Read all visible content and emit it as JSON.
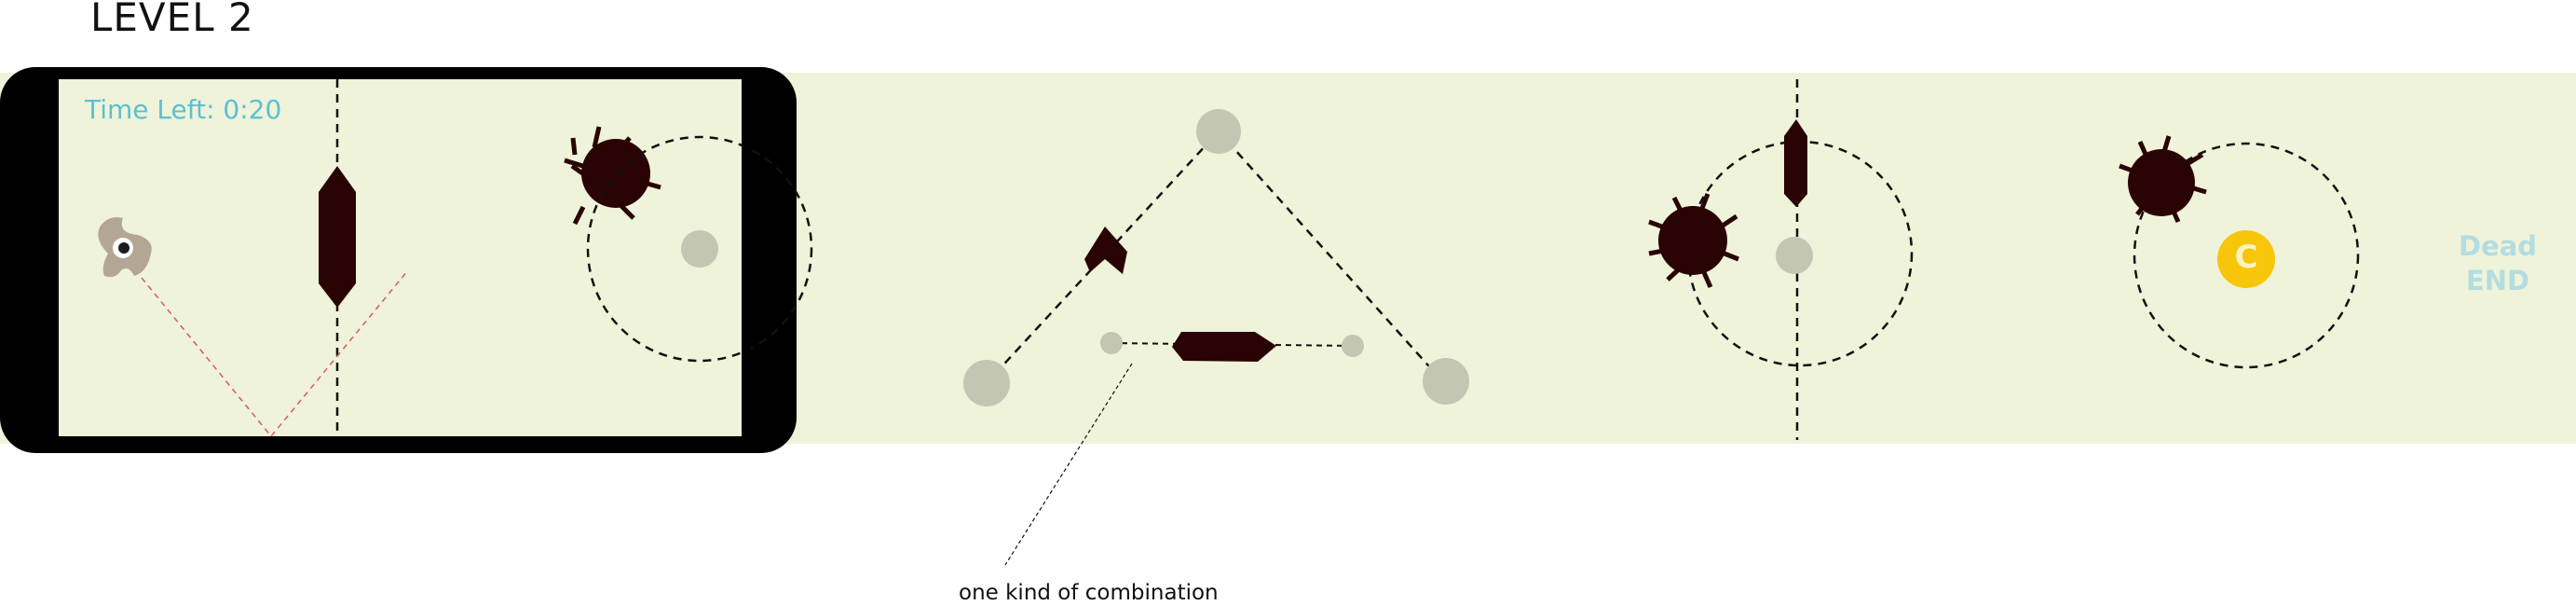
{
  "level": {
    "title": "LEVEL 2"
  },
  "hud": {
    "timer_text": "Time Left: 0:20"
  },
  "end_marker": {
    "line1": "Dead",
    "line2": "END"
  },
  "annotation": {
    "text": "one kind of combination"
  },
  "coin": {
    "letter": "C"
  },
  "colors": {
    "background": "#ffffff",
    "play_area": "#eef3d9",
    "phone_frame": "#000000",
    "timer_text": "#5ebfd0",
    "dead_end_text": "#b3dde0",
    "enemy": "#2a0305",
    "anchor": "#c2c6b2",
    "coin": "#f7c60a",
    "player": "#b4a694",
    "laser": "#d95a5a"
  }
}
